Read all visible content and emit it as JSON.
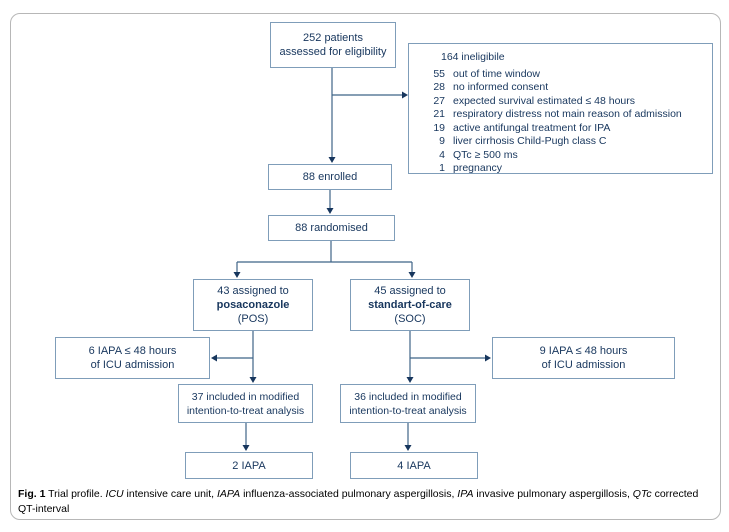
{
  "colors": {
    "background": "#ffffff",
    "frame_border": "#b7b7b7",
    "box_border": "#7f9db9",
    "text": "#17365d",
    "connector": "#3f6487",
    "arrowhead": "#17365d",
    "caption_text": "#000000"
  },
  "flow": {
    "eligibility": {
      "line1": "252 patients",
      "line2": "assessed for eligibility"
    },
    "ineligible": {
      "title": "164 ineligibile",
      "items": [
        {
          "count": "55",
          "reason": "out of time window"
        },
        {
          "count": "28",
          "reason": "no informed consent"
        },
        {
          "count": "27",
          "reason": "expected survival estimated ≤ 48 hours"
        },
        {
          "count": "21",
          "reason": "respiratory distress not main reason of admission"
        },
        {
          "count": "19",
          "reason": "active antifungal treatment for IPA"
        },
        {
          "count": "9",
          "reason": "liver cirrhosis Child-Pugh class C"
        },
        {
          "count": "4",
          "reason": "QTc ≥ 500 ms"
        },
        {
          "count": "1",
          "reason": "pregnancy"
        }
      ]
    },
    "enrolled": {
      "label": "88 enrolled"
    },
    "randomised": {
      "label": "88 randomised"
    },
    "arm_pos": {
      "line1": "43 assigned to",
      "line2": "posaconazole",
      "line3": "(POS)"
    },
    "arm_soc": {
      "line1": "45 assigned to",
      "line2": "standart-of-care",
      "line3": "(SOC)"
    },
    "iapa_early_pos": {
      "line1": "6 IAPA ≤ 48 hours",
      "line2": "of ICU admission"
    },
    "iapa_early_soc": {
      "line1": "9 IAPA ≤ 48 hours",
      "line2": "of ICU admission"
    },
    "mitt_pos": {
      "line1": "37 included in modified",
      "line2": "intention-to-treat analysis"
    },
    "mitt_soc": {
      "line1": "36 included in modified",
      "line2": "intention-to-treat analysis"
    },
    "outcome_pos": {
      "label": "2 IAPA"
    },
    "outcome_soc": {
      "label": "4 IAPA"
    }
  },
  "caption": {
    "fig_label": "Fig. 1",
    "p1": " Trial profile. ",
    "i1": "ICU",
    "p2": " intensive care unit, ",
    "i2": "IAPA",
    "p3": " influenza-associated pulmonary aspergillosis, ",
    "i3": "IPA",
    "p4": " invasive pulmonary aspergillosis, ",
    "i4": "QTc",
    "p5": " corrected",
    "line2": "QT-interval"
  }
}
